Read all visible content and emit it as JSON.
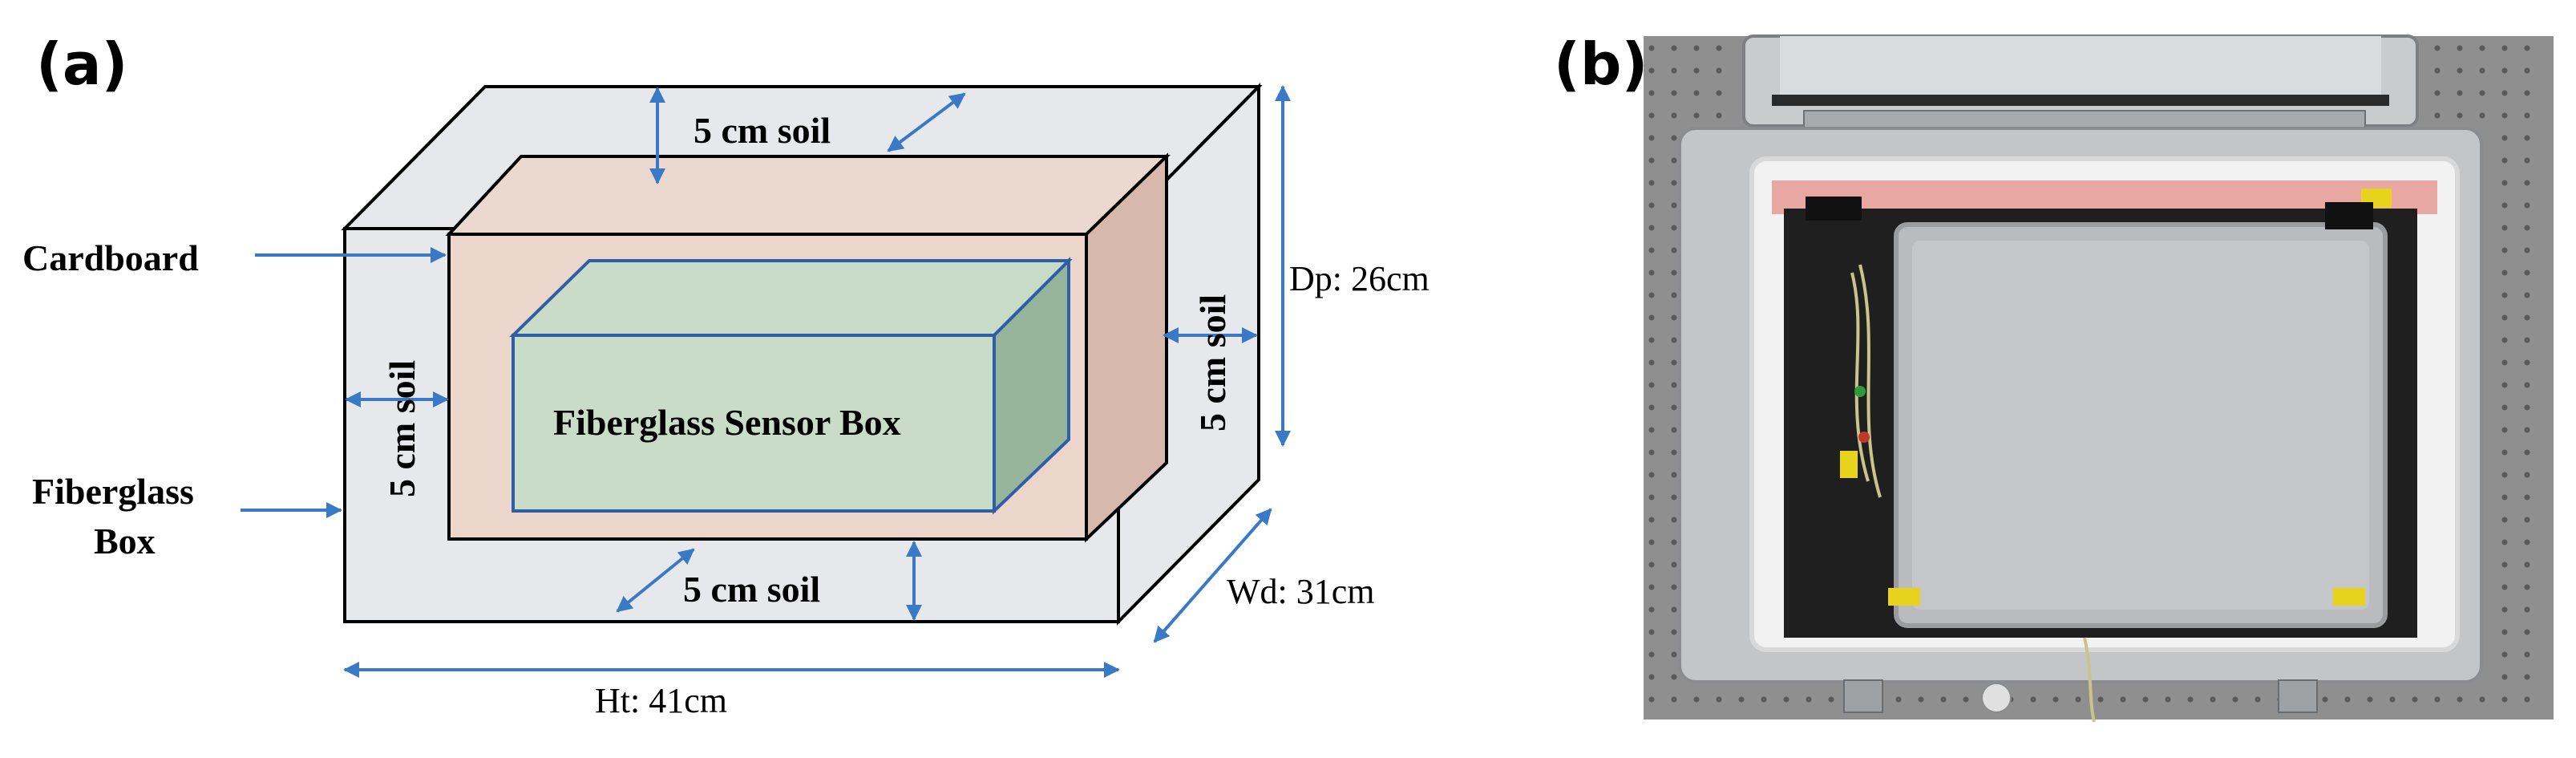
{
  "panels": {
    "a": "(a)",
    "b": "(b)"
  },
  "labels": {
    "soil_top": "5 cm soil",
    "soil_bottom": "5 cm soil",
    "soil_left": "5 cm soil",
    "soil_right": "5 cm soil",
    "cardboard": "Cardboard",
    "fiberglass_box_line1": "Fiberglass",
    "fiberglass_box_line2": "Box",
    "sensor_box": "Fiberglass Sensor Box",
    "depth": "Dp: 26cm",
    "width": "Wd: 31cm",
    "height": "Ht: 41cm"
  },
  "colors": {
    "outer_box": "#e6e8ec",
    "cardboard": "#ecd6cc",
    "sensor_box": "#c9dcc8",
    "arrow": "#3a79c6",
    "sensor_edge": "#2f5ea8"
  }
}
